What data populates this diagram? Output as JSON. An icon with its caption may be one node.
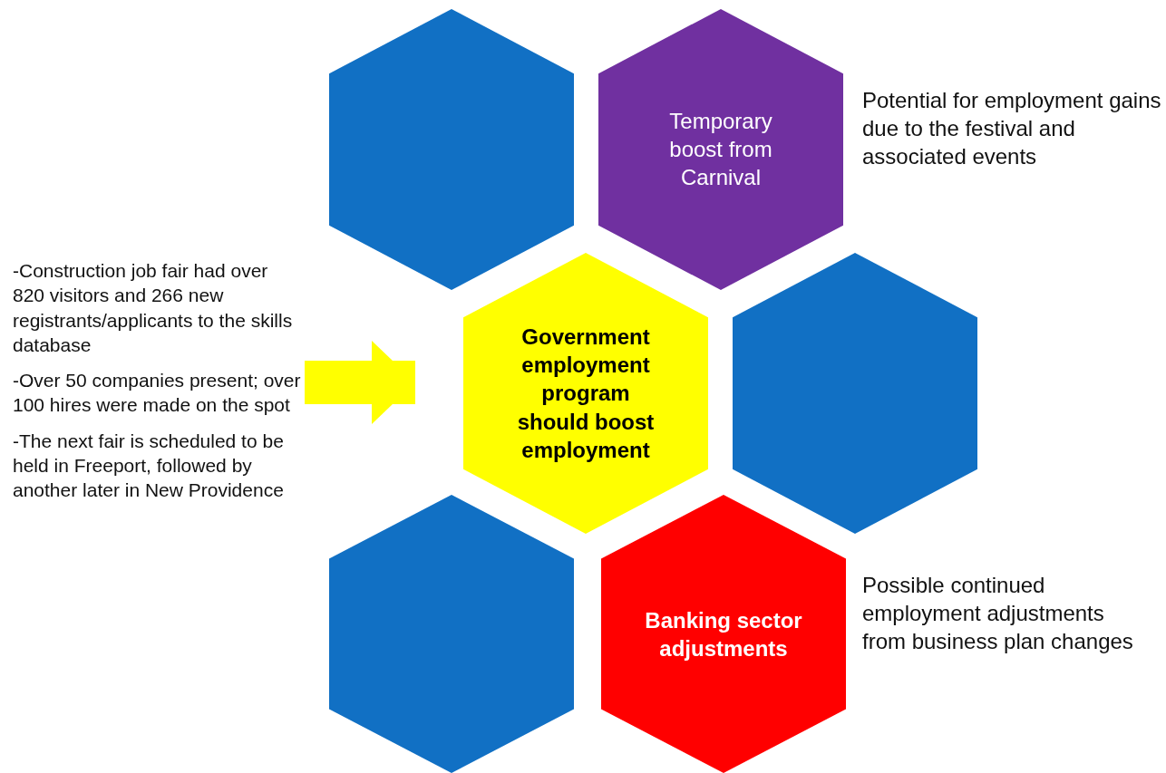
{
  "diagram": {
    "nodes": [
      {
        "text": [],
        "shape": "hexagon"
      },
      {
        "text": [
          "Temporary boost from Carnival"
        ],
        "beside": [
          "Potential for employment gains due to the festival and associated events"
        ]
      },
      {
        "text": [
          "-Construction job fair had over 820 visitors and 266 new registrants/applicants to the skills database",
          "-Over 50 companies present; over 100 hires were made on the spot",
          "-The next fair is scheduled to be held in Freeport, followed by another later in New Providence"
        ]
      },
      {
        "text": [
          "Government employment program should boost employment"
        ]
      },
      {
        "text": [],
        "shape": "hexagon"
      },
      {
        "text": [],
        "shape": "hexagon"
      },
      {
        "text": [
          "Banking sector adjustments"
        ],
        "beside": [
          "Possible continued employment adjustments from business plan changes"
        ]
      }
    ],
    "edges": [
      {
        "from": 2,
        "to": 3,
        "arrow": "to",
        "color": "#ffff00"
      }
    ]
  }
}
